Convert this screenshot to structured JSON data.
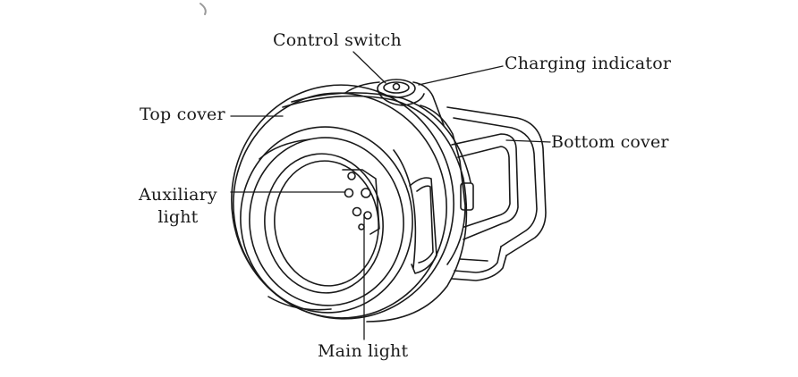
{
  "diagram": {
    "labels": {
      "control_switch": "Control switch",
      "charging_indicator": "Charging indicator",
      "top_cover": "Top cover",
      "bottom_cover": "Bottom cover",
      "auxiliary_line1": "Auxiliary",
      "auxiliary_line2": "light",
      "main_light": "Main light"
    },
    "colors": {
      "line": "#1a1a1a",
      "text": "#1a1a1a",
      "background": "#ffffff"
    }
  }
}
